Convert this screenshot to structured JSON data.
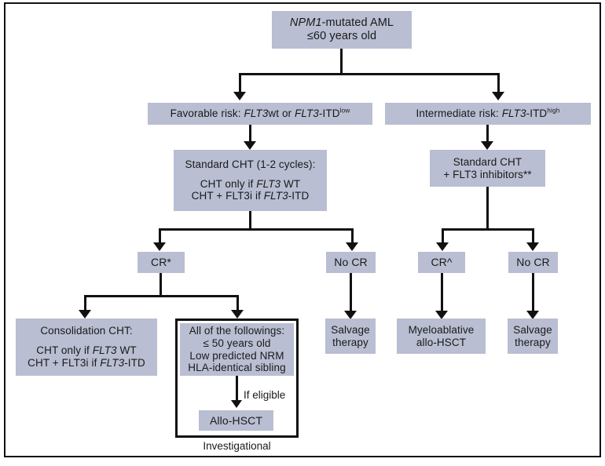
{
  "figure": {
    "type": "clinical-treatment-algorithm",
    "box_fill_color": "#b9bed2",
    "line_color": "#111111",
    "frame_color": "#111111"
  },
  "nodes": {
    "root": {
      "line1_a": "NPM1",
      "line1_b": "-mutated AML",
      "line2": "≤60 years old"
    },
    "favorable_risk": {
      "prefix": "Favorable risk: ",
      "gene1": "FLT3",
      "mid": "wt or ",
      "gene2": "FLT3",
      "suffix": "-ITD",
      "sup": "low"
    },
    "intermediate_risk": {
      "prefix": "Intermediate risk: ",
      "gene1": "FLT3",
      "suffix": "-ITD",
      "sup": "high"
    },
    "standard_cht_left": {
      "line1": "Standard CHT (1-2 cycles):",
      "line2_a": "CHT only if ",
      "line2_gene": "FLT3",
      "line2_b": " WT",
      "line3_a": "CHT + FLT3i if ",
      "line3_gene": "FLT3",
      "line3_b": "-ITD"
    },
    "standard_cht_right": {
      "line1": "Standard CHT",
      "line2": "+ FLT3 inhibitors**"
    },
    "cr_left": {
      "label": "CR*"
    },
    "no_cr_left": {
      "label": "No CR"
    },
    "cr_right": {
      "label": "CR^"
    },
    "no_cr_right": {
      "label": "No CR"
    },
    "consolidation": {
      "line1": "Consolidation CHT:",
      "line2_a": "CHT only if ",
      "line2_gene": "FLT3",
      "line2_b": " WT",
      "line3_a": "CHT + FLT3i if ",
      "line3_gene": "FLT3",
      "line3_b": "-ITD"
    },
    "criteria": {
      "line1": "All of the followings:",
      "line2": "≤ 50 years old",
      "line3": "Low predicted NRM",
      "line4": "HLA-identical sibling"
    },
    "if_eligible_label": "If eligible",
    "allo_hsct": {
      "label": "Allo-HSCT"
    },
    "investigational_caption": "Investigational",
    "salvage_left": {
      "line1": "Salvage",
      "line2": "therapy"
    },
    "myeloablative": {
      "line1": "Myeloablative",
      "line2": "allo-HSCT"
    },
    "salvage_right": {
      "line1": "Salvage",
      "line2": "therapy"
    }
  }
}
